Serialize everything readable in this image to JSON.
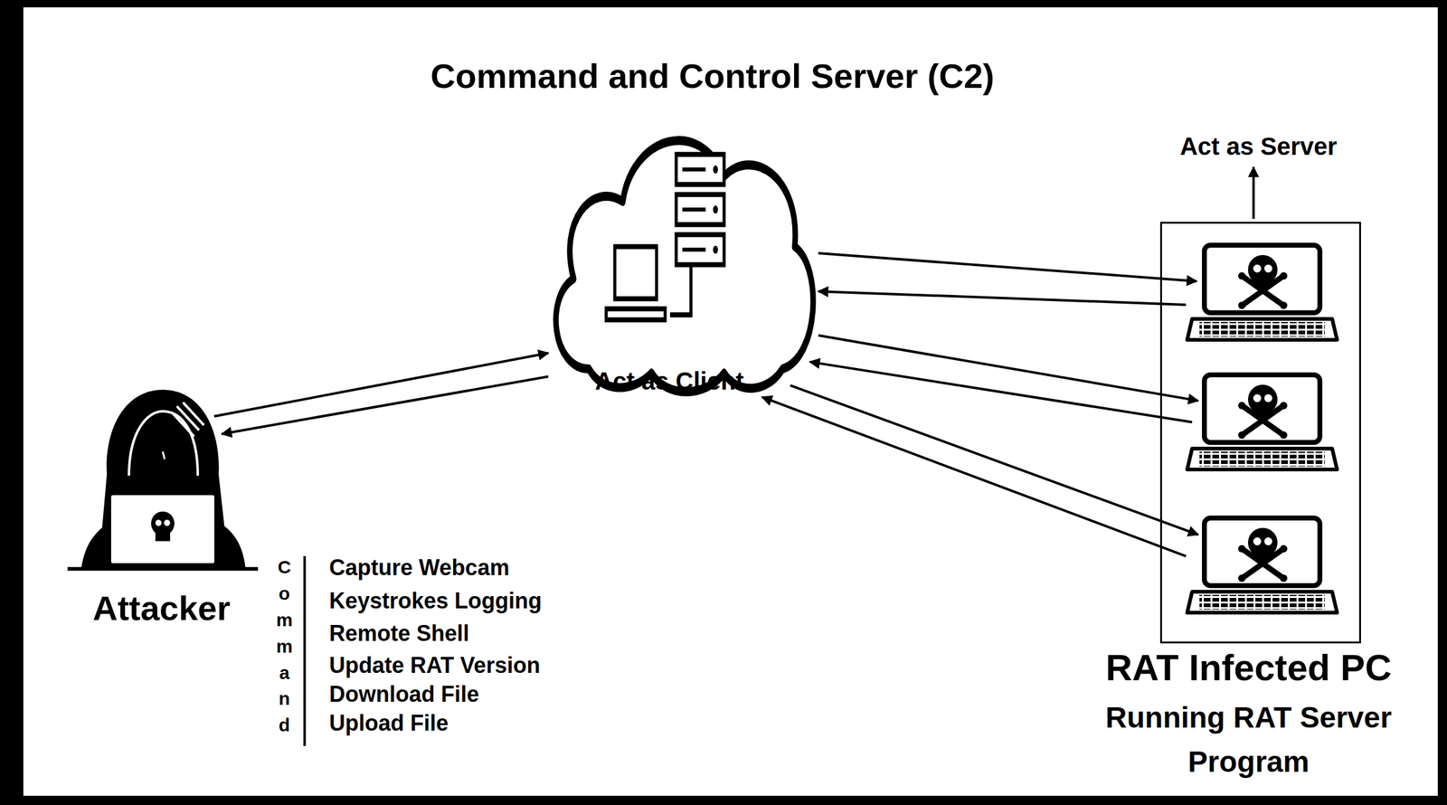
{
  "diagram": {
    "nodes": [
      {
        "text": [
          "Command and Control Server (C2)",
          "Act as Client"
        ]
      },
      {
        "text": [
          "Attacker"
        ]
      },
      {
        "text": [
          "Act as Server",
          "RAT Infected PC",
          "Running RAT Server Program"
        ]
      },
      {
        "text": [],
        "in": 2
      },
      {
        "text": [],
        "in": 2
      },
      {
        "text": [],
        "in": 2
      }
    ],
    "edges": [
      {
        "from": 1,
        "to": 0,
        "arrow": "to"
      },
      {
        "from": 0,
        "to": 1,
        "arrow": "to"
      },
      {
        "from": 0,
        "to": 3,
        "arrow": "to"
      },
      {
        "from": 3,
        "to": 0,
        "arrow": "to"
      },
      {
        "from": 0,
        "to": 4,
        "arrow": "to"
      },
      {
        "from": 4,
        "to": 0,
        "arrow": "to"
      },
      {
        "from": 0,
        "to": 5,
        "arrow": "to"
      },
      {
        "from": 5,
        "to": 0,
        "arrow": "to"
      }
    ],
    "labels": [
      "Command",
      "Capture Webcam",
      "Keystrokes Logging",
      "Remote Shell",
      "Update RAT Version",
      "Download File",
      "Upload File"
    ]
  }
}
